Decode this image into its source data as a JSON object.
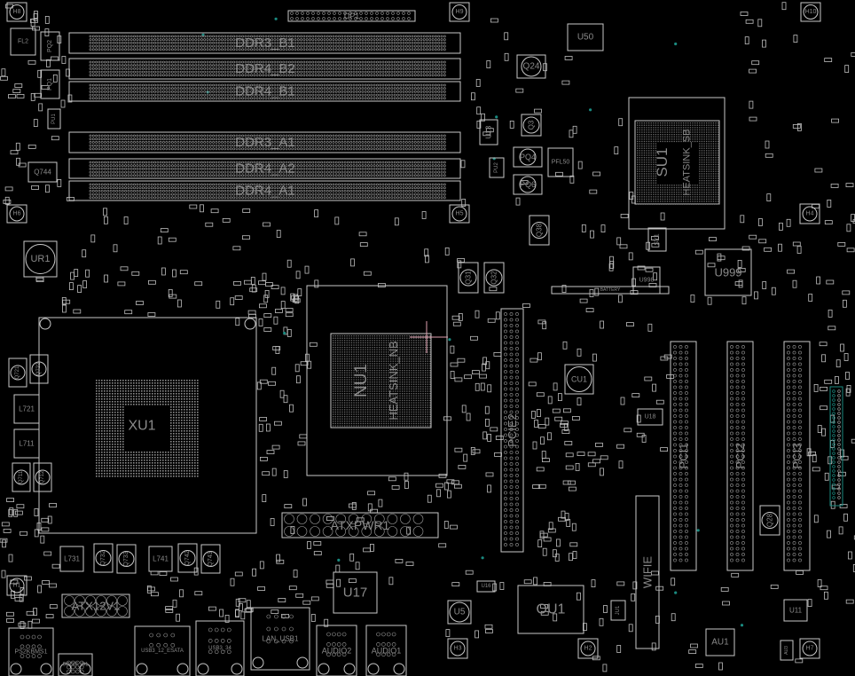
{
  "view": {
    "background": "#000000",
    "outline_color": "#c8c8c8",
    "label_color": "#8a8a8a",
    "via_color": "#1a8a80",
    "marker_color": "#e0a0b0"
  },
  "components": {
    "ddr3_b1": "DDR3_B1",
    "ddr4_b2": "DDR4_B2",
    "ddr4_b1": "DDR4_B1",
    "ddr3_a1": "DDR3_A1",
    "ddr4_a2": "DDR4_A2",
    "ddr4_a1": "DDR4_A1",
    "dp1": "DP1",
    "h8": "H8",
    "h9": "H9",
    "h10": "H10",
    "h6": "H6",
    "h5": "H5",
    "h4": "H4",
    "h1": "H1",
    "h3": "H3",
    "h2": "H2",
    "h7": "H7",
    "fl2": "FL2",
    "pq2": "PQ2",
    "pq1": "PQ1",
    "pu1": "PU1",
    "q744": "Q744",
    "ur1": "UR1",
    "xu1": "XU1",
    "heatsink_nb": "HEATSINK_NB",
    "nu1": "NU1",
    "u50": "U50",
    "q24": "Q24",
    "u13": "U13",
    "q3": "Q3",
    "pq4": "PQ4",
    "pq6": "PQ6",
    "pfl50": "PFL50",
    "pu2": "PU2",
    "q38": "Q38",
    "heatsink_sb": "HEATSINK_SB",
    "su1": "SU1",
    "u999": "U999",
    "u998": "U998",
    "sy1": "SY1",
    "battery": "BATTERY",
    "q31": "Q31",
    "q32": "Q32",
    "pcie2": "PCIE2",
    "pci1": "PCI1",
    "pci2": "PCI2",
    "pci3": "PCI3",
    "cu1": "CU1",
    "u18": "U18",
    "wifie": "WIFIE",
    "q28": "Q28",
    "atxpwr1": "ATXPWR1",
    "atx12v1": "ATX12V1",
    "l731": "L731",
    "q732": "Q732",
    "q733": "Q733",
    "l741": "L741",
    "q742": "Q742",
    "q743": "Q743",
    "l721": "L721",
    "l711": "L711",
    "q721": "Q721",
    "q722": "Q722",
    "q711": "Q711",
    "q712": "Q712",
    "u17": "U17",
    "u16": "U16",
    "u5": "U5",
    "ou1": "OU1",
    "au1": "AU1",
    "u11": "U11",
    "ju1": "JU1",
    "au3": "AU3",
    "ps2kbms1": "PS2KBMS1",
    "spdif_o1": "SPDIF_O1",
    "usb3_12_esata": "USB3_12_ESATA",
    "usb3_34": "USB3_34",
    "lan_usb1": "LAN_USB1",
    "audio2": "AUDIO2",
    "audio1": "AUDIO1"
  }
}
